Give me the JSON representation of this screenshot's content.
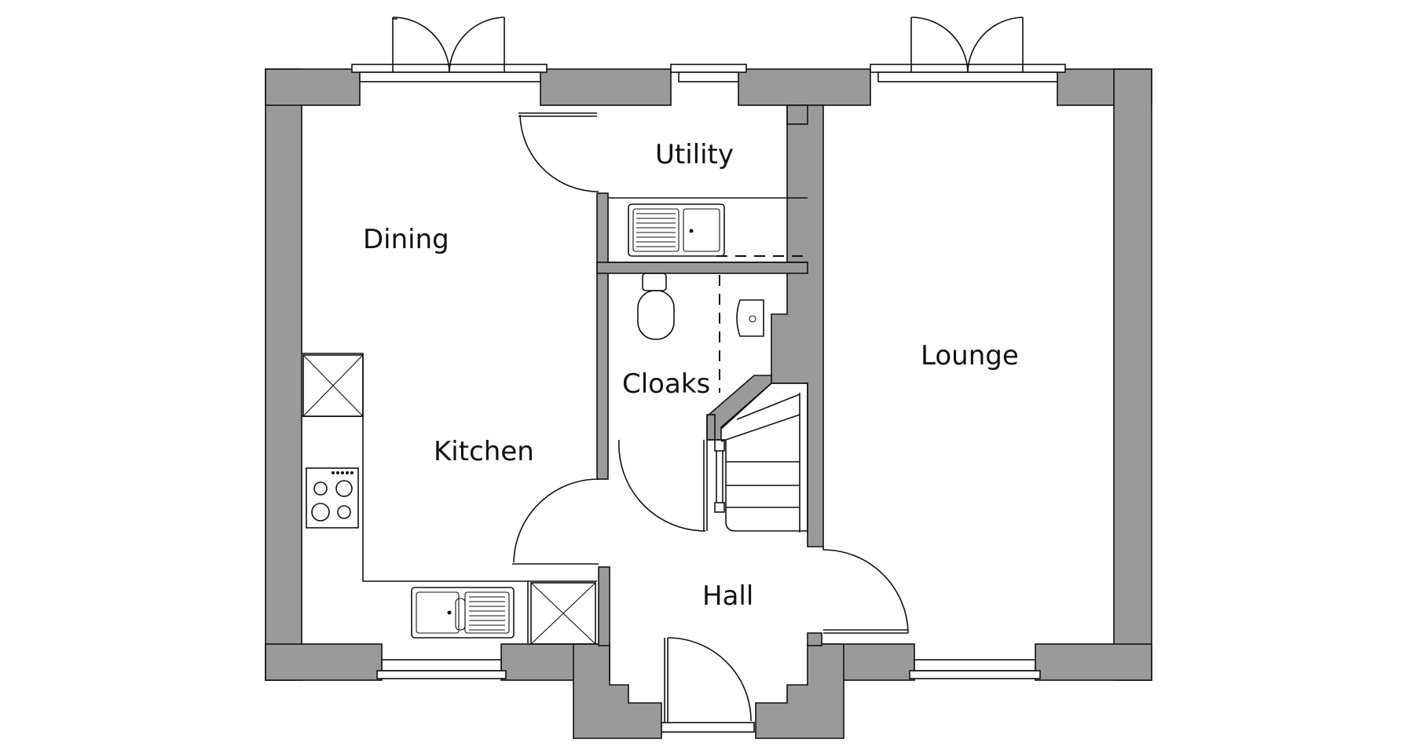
{
  "rooms": {
    "utility": "Utility",
    "dining": "Dining",
    "lounge": "Lounge",
    "cloaks": "Cloaks",
    "kitchen": "Kitchen",
    "hall": "Hall"
  },
  "colors": {
    "wall": "#9a9a9a",
    "line": "#111111",
    "background": "#ffffff"
  }
}
